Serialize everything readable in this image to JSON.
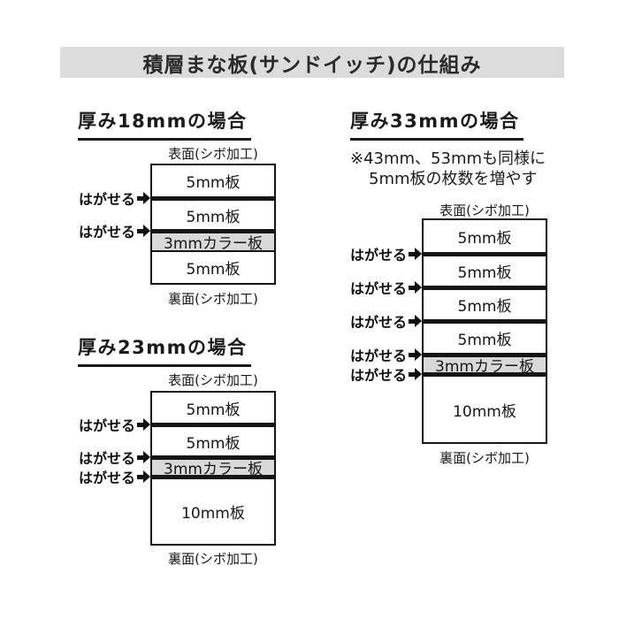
{
  "title": "積層まな板(サンドイッチ)の仕組み",
  "labels": {
    "peel": "はがせる",
    "surface": "表面(シボ加工)",
    "back": "裏面(シボ加工)"
  },
  "colors": {
    "title_bar_bg": "#dcdcdc",
    "color_board_bg": "#d9d9d9",
    "line": "#151515"
  },
  "sections": [
    {
      "heading": "厚み18mmの場合",
      "layers": [
        "5mm板",
        "5mm板",
        "3mmカラー板",
        "5mm板"
      ],
      "peel_count": 2
    },
    {
      "heading": "厚み23mmの場合",
      "layers": [
        "5mm板",
        "5mm板",
        "3mmカラー板",
        "10mm板"
      ],
      "peel_count": 3
    },
    {
      "heading": "厚み33mmの場合",
      "note_line1": "※43mm、53mmも同様に",
      "note_line2": "5mm板の枚数を増やす",
      "layers": [
        "5mm板",
        "5mm板",
        "5mm板",
        "5mm板",
        "3mmカラー板",
        "10mm板"
      ],
      "peel_count": 5
    }
  ]
}
